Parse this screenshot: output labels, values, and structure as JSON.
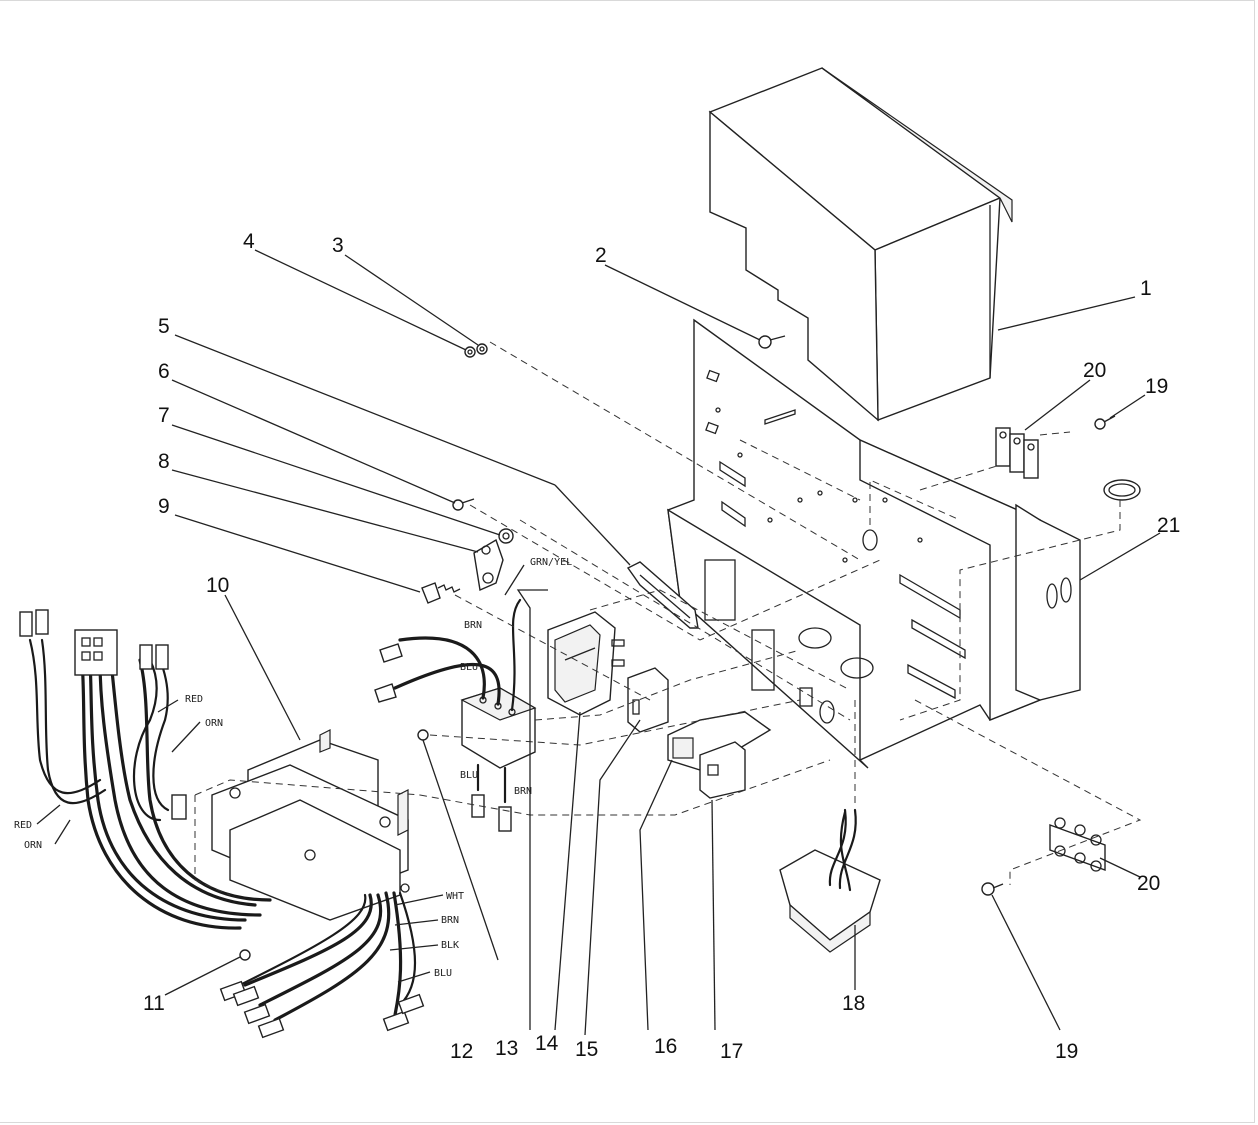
{
  "callouts": [
    {
      "id": "c1",
      "label": "1"
    },
    {
      "id": "c2",
      "label": "2"
    },
    {
      "id": "c3",
      "label": "3"
    },
    {
      "id": "c4",
      "label": "4"
    },
    {
      "id": "c5",
      "label": "5"
    },
    {
      "id": "c6",
      "label": "6"
    },
    {
      "id": "c7",
      "label": "7"
    },
    {
      "id": "c8",
      "label": "8"
    },
    {
      "id": "c9",
      "label": "9"
    },
    {
      "id": "c10",
      "label": "10"
    },
    {
      "id": "c11",
      "label": "11"
    },
    {
      "id": "c12",
      "label": "12"
    },
    {
      "id": "c13",
      "label": "13"
    },
    {
      "id": "c14",
      "label": "14"
    },
    {
      "id": "c15",
      "label": "15"
    },
    {
      "id": "c16",
      "label": "16"
    },
    {
      "id": "c17",
      "label": "17"
    },
    {
      "id": "c18",
      "label": "18"
    },
    {
      "id": "c19a",
      "label": "19"
    },
    {
      "id": "c19b",
      "label": "19"
    },
    {
      "id": "c20a",
      "label": "20"
    },
    {
      "id": "c20b",
      "label": "20"
    },
    {
      "id": "c21",
      "label": "21"
    }
  ],
  "wire_labels": {
    "grn_yel": "GRN/YEL",
    "brn_top": "BRN",
    "blu_top": "BLU",
    "blu_filter": "BLU",
    "brn_filter": "BRN",
    "red_top": "RED",
    "orn_top": "ORN",
    "red_left": "RED",
    "orn_left": "ORN",
    "wht": "WHT",
    "brn_tx": "BRN",
    "blk_tx": "BLK",
    "blu_tx": "BLU"
  }
}
